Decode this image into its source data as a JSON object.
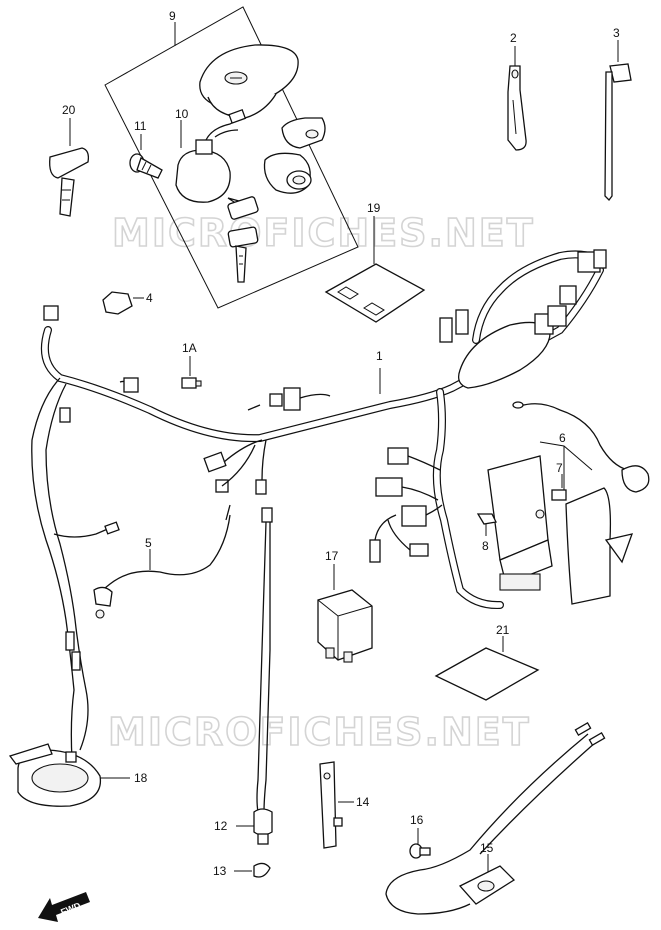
{
  "watermark": "MICROFICHES.NET",
  "fwd_label": "FWD",
  "callouts": [
    {
      "id": "9",
      "label": "9"
    },
    {
      "id": "2",
      "label": "2"
    },
    {
      "id": "3",
      "label": "3"
    },
    {
      "id": "20",
      "label": "20"
    },
    {
      "id": "11",
      "label": "11"
    },
    {
      "id": "10",
      "label": "10"
    },
    {
      "id": "19",
      "label": "19"
    },
    {
      "id": "4",
      "label": "4"
    },
    {
      "id": "1A",
      "label": "1A"
    },
    {
      "id": "1",
      "label": "1"
    },
    {
      "id": "6",
      "label": "6"
    },
    {
      "id": "7",
      "label": "7"
    },
    {
      "id": "8",
      "label": "8"
    },
    {
      "id": "5",
      "label": "5"
    },
    {
      "id": "17",
      "label": "17"
    },
    {
      "id": "21",
      "label": "21"
    },
    {
      "id": "18",
      "label": "18"
    },
    {
      "id": "14",
      "label": "14"
    },
    {
      "id": "12",
      "label": "12"
    },
    {
      "id": "16",
      "label": "16"
    },
    {
      "id": "15",
      "label": "15"
    },
    {
      "id": "13",
      "label": "13"
    }
  ]
}
